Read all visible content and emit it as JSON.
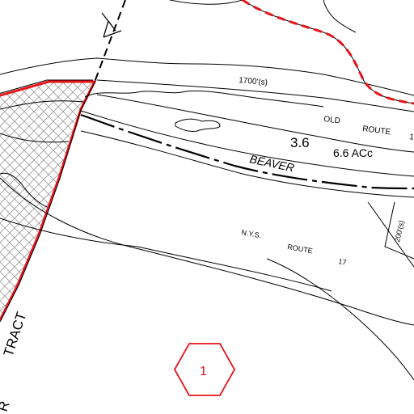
{
  "labels": {
    "dist_1700": "1700'(s)",
    "old": "OLD",
    "route": "ROUTE",
    "route_num": "1",
    "parcel_num": "3.6",
    "acreage": "6.6 ACc",
    "beaver": "BEAVER",
    "nys": "N.Y.S.",
    "route2": "ROUTE",
    "route2_num": "17",
    "dist_200": "200'(s)",
    "tract": "TRACT",
    "tract_partial": "R",
    "hex_number": "1"
  },
  "colors": {
    "linework": "#000000",
    "highlight": "#e8141a",
    "hatch": "#9a9a9a",
    "background": "#ffffff"
  },
  "icons": {
    "north_arrow": "north-arrow-icon",
    "sheet_marker": "hexagon-sheet-marker-icon"
  }
}
